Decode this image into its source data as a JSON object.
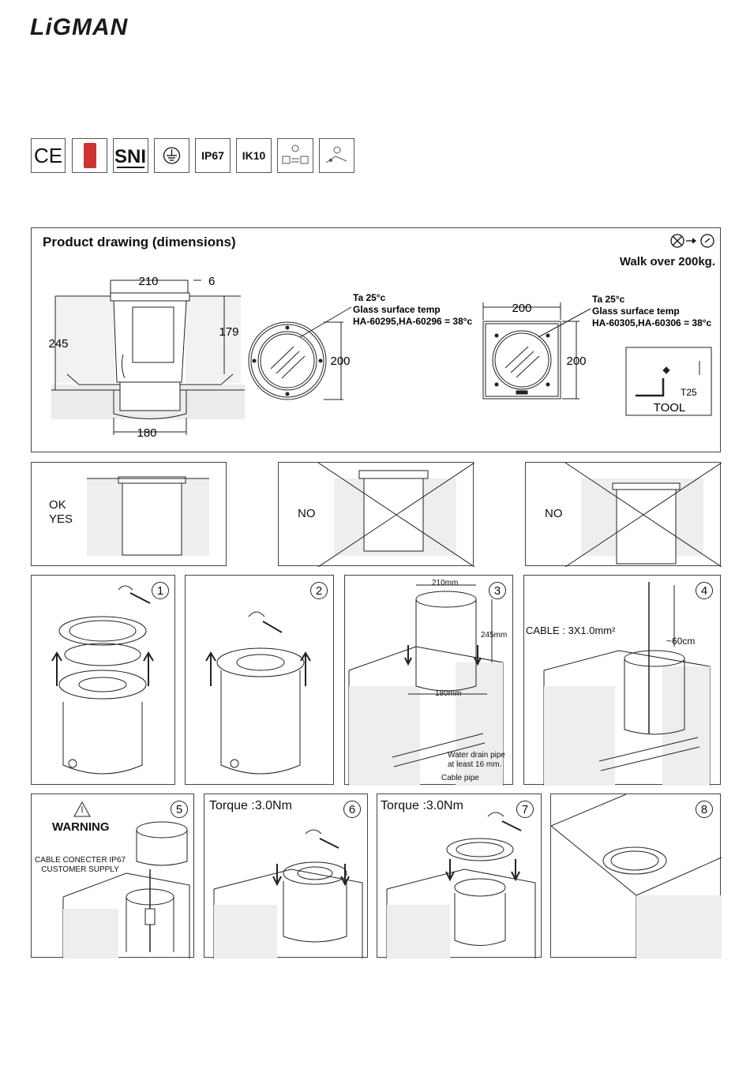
{
  "brand": "LiGMAN",
  "certs": [
    "CE",
    "IP67",
    "IK10"
  ],
  "product": {
    "title": "Product drawing (dimensions)",
    "walk_over": "Walk over 200kg.",
    "dims": {
      "d210": "210",
      "d6": "6",
      "d179": "179",
      "d245": "245",
      "d180": "180",
      "d200a": "200",
      "d200b": "200",
      "d200c": "200"
    },
    "round_temp": [
      "Ta 25°c",
      "Glass surface temp",
      "HA-60295,HA-60296  = 38°c"
    ],
    "square_temp": [
      "Ta 25°c",
      "Glass surface temp",
      "HA-60305,HA-60306 = 38°c"
    ],
    "tool": {
      "label": "TOOL",
      "bit": "T25"
    }
  },
  "install_checks": {
    "ok": [
      "OK",
      "YES"
    ],
    "no1": "NO",
    "no2": "NO"
  },
  "steps": {
    "s1": "1",
    "s2": "2",
    "s3": "3",
    "s4": "4",
    "s5": "5",
    "s6": "6",
    "s7": "7",
    "s8": "8",
    "step3": {
      "top": "210mm",
      "depth": "245mm",
      "bottom": "180mm",
      "drain": [
        "Water drain pipe",
        "at least 16 mm."
      ],
      "cable_pipe": "Cable pipe"
    },
    "step4": {
      "cable": "CABLE  : 3X1.0mm²",
      "length": "~60cm"
    },
    "step5": {
      "warning": "WARNING",
      "note": [
        "CABLE CONECTER IP67",
        "CUSTOMER SUPPLY"
      ]
    },
    "torque6": "Torque :3.0Nm",
    "torque7": "Torque :3.0Nm"
  }
}
